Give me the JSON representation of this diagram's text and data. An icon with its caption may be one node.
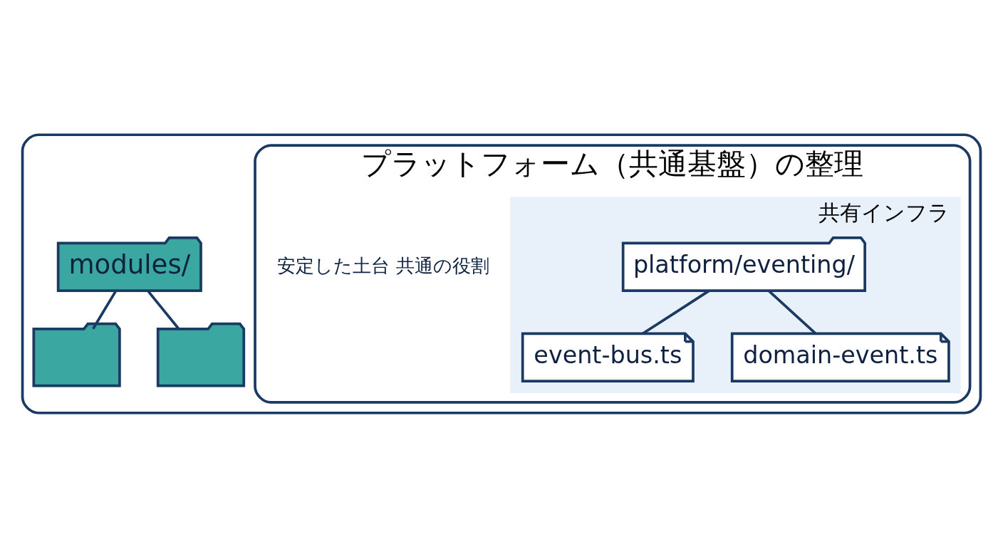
{
  "diagram": {
    "nodes": [
      {
        "text": [],
        "shape": "folder"
      },
      {
        "text": [
          "modules/"
        ],
        "in": 0
      },
      {
        "text": [],
        "shape": "folder",
        "in": 0
      },
      {
        "text": [],
        "shape": "folder",
        "in": 0
      },
      {
        "text": [
          "プラットフォーム（共通基盤）の整理"
        ],
        "in": 0
      },
      {
        "text": [],
        "shape": "box",
        "in": 4,
        "beside": [
          "共有インフラ"
        ]
      },
      {
        "text": [
          "platform/eventing/"
        ],
        "in": 5
      },
      {
        "text": [
          "event-bus.ts"
        ],
        "in": 5
      },
      {
        "text": [
          "domain-event.ts"
        ],
        "in": 5
      }
    ],
    "edges": [
      {
        "from": 1,
        "to": 2,
        "arrow": "none"
      },
      {
        "from": 1,
        "to": 3,
        "arrow": "none"
      },
      {
        "from": 6,
        "to": 7,
        "arrow": "none"
      },
      {
        "from": 6,
        "to": 8,
        "arrow": "none"
      }
    ],
    "labels": [
      "安定した土台 共通の役割"
    ]
  }
}
